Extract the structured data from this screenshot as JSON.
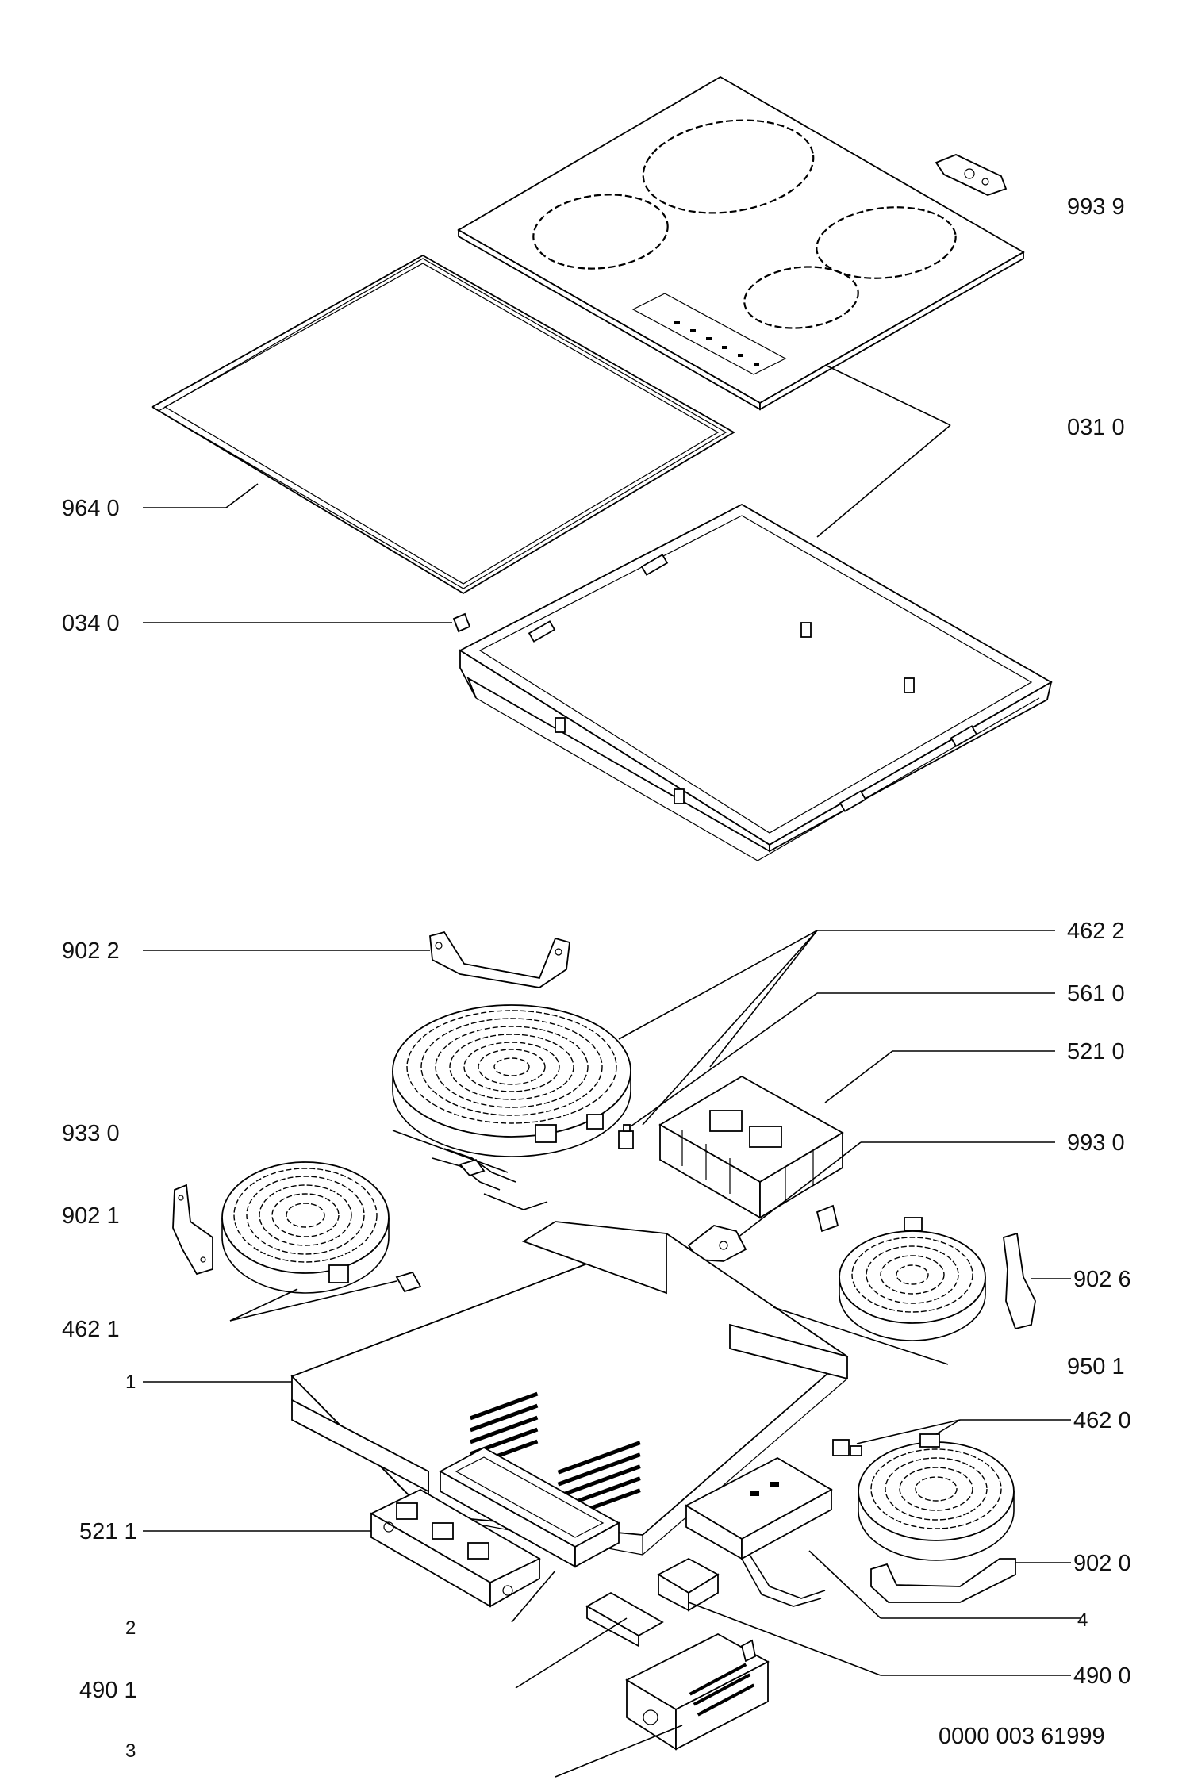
{
  "diagram": {
    "labels": [
      "993 9",
      "031 0",
      "964 0",
      "034 0",
      "902 2",
      "462 2",
      "561 0",
      "521 0",
      "933 0",
      "993 0",
      "902 1",
      "902 6",
      "462 1",
      "950 1",
      "1",
      "462 0",
      "521 1",
      "902 0",
      "2",
      "4",
      "490 1",
      "490 0",
      "3"
    ],
    "code": "0000 003 61999"
  }
}
